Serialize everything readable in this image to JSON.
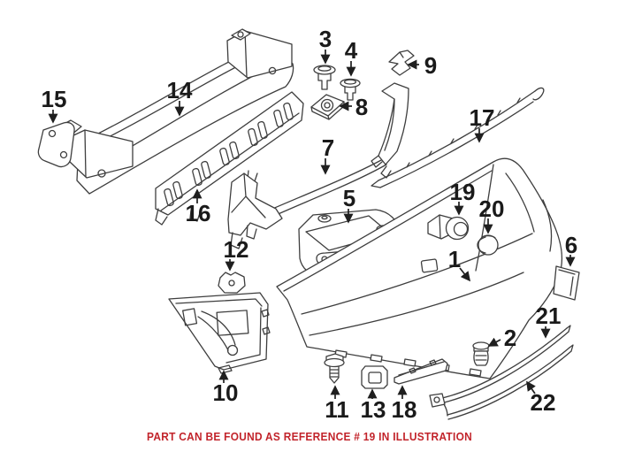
{
  "diagram": {
    "callouts": [
      {
        "num": "1"
      },
      {
        "num": "2"
      },
      {
        "num": "3"
      },
      {
        "num": "4"
      },
      {
        "num": "5"
      },
      {
        "num": "6"
      },
      {
        "num": "7"
      },
      {
        "num": "8"
      },
      {
        "num": "9"
      },
      {
        "num": "10"
      },
      {
        "num": "11"
      },
      {
        "num": "12"
      },
      {
        "num": "13"
      },
      {
        "num": "14"
      },
      {
        "num": "15"
      },
      {
        "num": "16"
      },
      {
        "num": "17"
      },
      {
        "num": "18"
      },
      {
        "num": "19"
      },
      {
        "num": "20"
      },
      {
        "num": "21"
      },
      {
        "num": "22"
      }
    ]
  },
  "caption": {
    "text": "PART CAN BE FOUND AS REFERENCE # 19 IN ILLUSTRATION",
    "color": "#C2242B"
  },
  "colors": {
    "background": "#FFFFFF",
    "line_art": "#3E3E3E",
    "label_text": "#1A1A1A"
  }
}
